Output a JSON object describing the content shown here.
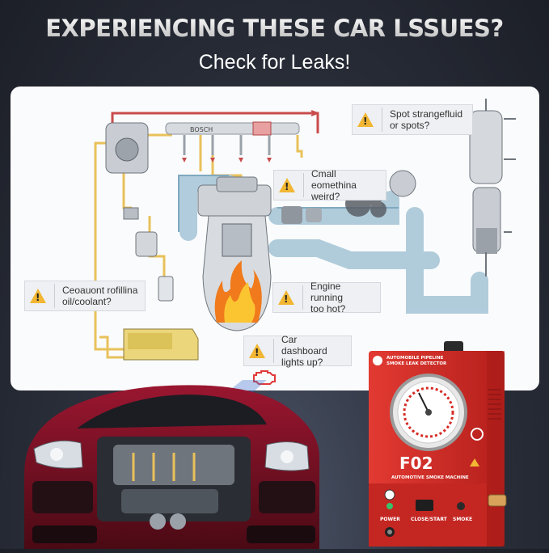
{
  "header": {
    "headline": "EXPERIENCING THESE CAR LSSUES?",
    "subline": "Check for Leaks!"
  },
  "callouts": [
    {
      "line1": "Spot strangefluid",
      "line2": "or spots?"
    },
    {
      "line1": "Cmall eomethina",
      "line2": "weird?"
    },
    {
      "line1": "Ceoauont rofillina",
      "line2": "oil/coolant?"
    },
    {
      "line1": "Engine running",
      "line2": "too hot?"
    },
    {
      "line1": "Car dashboard",
      "line2": "lights up?"
    }
  ],
  "diagram": {
    "rail_brand": "BOSCH"
  },
  "machine": {
    "brand_line1": "AUTOMOBILE PIPELINE",
    "brand_line2": "SMOKE LEAK DETECTOR",
    "model": "F02",
    "model_subtitle": "AUTOMOTIVE SMOKE MACHINE",
    "power_label": "POWER",
    "close_start_label": "CLOSE/START",
    "smoke_label": "SMOKE"
  },
  "colors": {
    "warning": "#f2b632",
    "machine_red": "#d22a26",
    "car_red": "#7a1020",
    "pipe_blue": "#a9c7d8",
    "fuel_line": "#e8c15a",
    "return_line": "#c94b4b"
  },
  "icons": [
    "warning-icon",
    "check-engine-icon",
    "flame-icon",
    "pressure-gauge-icon"
  ]
}
